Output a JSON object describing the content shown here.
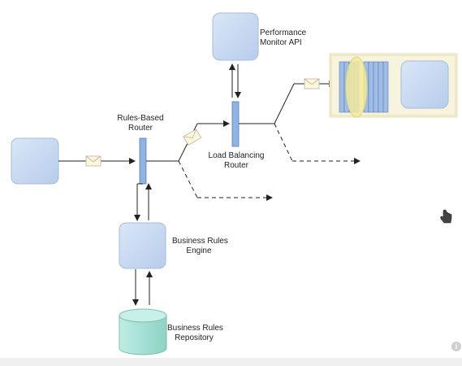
{
  "labels": {
    "performance_monitor_line1": "Performance",
    "performance_monitor_line2": "Monitor API",
    "rules_router_line1": "Rules-Based",
    "rules_router_line2": "Router",
    "load_balancing_line1": "Load Balancing",
    "load_balancing_line2": "Router",
    "rules_engine_line1": "Business Rules",
    "rules_engine_line2": "Engine",
    "repository_line1": "Business Rules",
    "repository_line2": "Repository"
  },
  "info_glyph": "i",
  "colors": {
    "node_fill": "#c9daf1",
    "node_stroke": "#9fb6d8",
    "router_fill": "#8fb3e3",
    "cylinder_fill": "#a9e3d7",
    "queue_panel": "#f7f3dc",
    "message_fill": "#fbf6dd",
    "lens_fill": "#f2ea9c",
    "line": "#222222"
  },
  "icons": [
    "envelope-icon",
    "hand-cursor-icon",
    "info-icon"
  ]
}
